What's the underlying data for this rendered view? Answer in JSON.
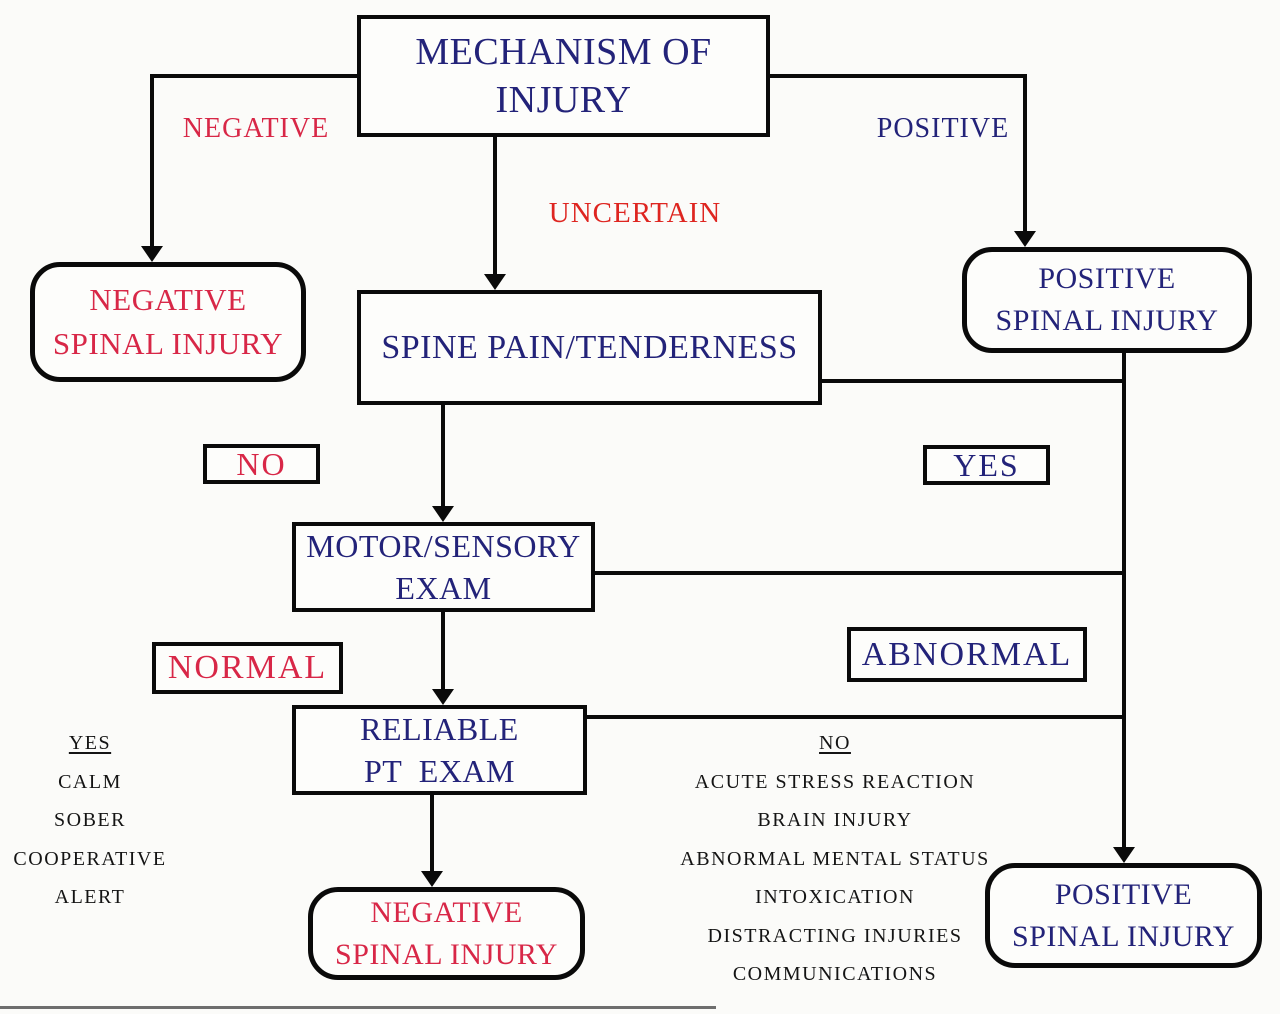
{
  "colors": {
    "navy": "#232379",
    "crimson": "#d82747",
    "bright_red": "#de2520",
    "line_black": "#0a0a0a",
    "background": "#fbfbf9"
  },
  "nodes": {
    "mechanism": {
      "line1": "MECHANISM OF",
      "line2": "INJURY"
    },
    "spine_pain": {
      "label": "SPINE PAIN/TENDERNESS"
    },
    "motor_sensory": {
      "line1": "MOTOR/SENSORY",
      "line2": "EXAM"
    },
    "reliable_pt": {
      "line1": "RELIABLE",
      "line2": "PT  EXAM"
    },
    "negative_spinal_top": {
      "line1": "NEGATIVE",
      "line2": "SPINAL INJURY"
    },
    "positive_spinal_top": {
      "line1": "POSITIVE",
      "line2": "SPINAL INJURY"
    },
    "negative_spinal_bottom": {
      "line1": "NEGATIVE",
      "line2": "SPINAL INJURY"
    },
    "positive_spinal_bottom": {
      "line1": "POSITIVE",
      "line2": "SPINAL INJURY"
    }
  },
  "edge_labels": {
    "negative": "NEGATIVE",
    "positive": "POSITIVE",
    "uncertain": "UNCERTAIN",
    "no": "NO",
    "yes": "YES",
    "normal": "NORMAL",
    "abnormal": "ABNORMAL"
  },
  "reliable_yes_list": {
    "header": "YES",
    "items": [
      "CALM",
      "SOBER",
      "COOPERATIVE",
      "ALERT"
    ]
  },
  "reliable_no_list": {
    "header": "NO",
    "items": [
      "ACUTE STRESS REACTION",
      "BRAIN INJURY",
      "ABNORMAL MENTAL STATUS",
      "INTOXICATION",
      "DISTRACTING INJURIES",
      "COMMUNICATIONS"
    ]
  }
}
